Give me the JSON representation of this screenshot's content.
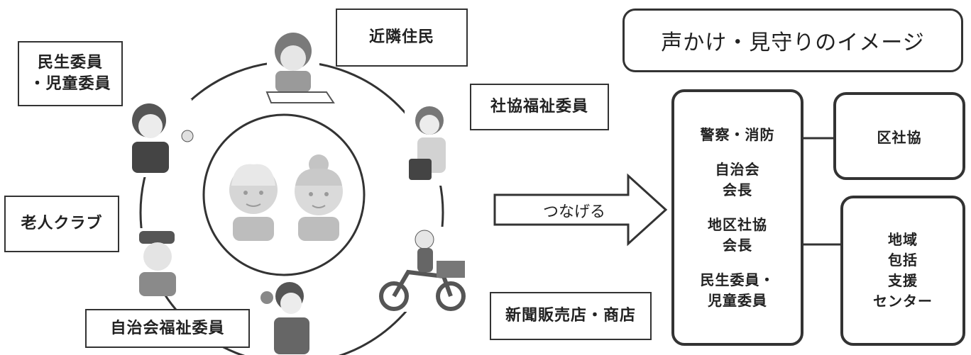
{
  "title": "声かけ・見守りのイメージ",
  "community": {
    "neighbors": "近隣住民",
    "welfare_commissioner": "民生委員\n・児童委員",
    "council_welfare": "社協福祉委員",
    "senior_club": "老人クラブ",
    "association_welfare": "自治会福祉委員",
    "newspaper_store": "新聞販売店・商店"
  },
  "arrow_label": "つなげる",
  "contacts": {
    "items": [
      "警察・消防",
      "自治会\n会長",
      "地区社協\n会長",
      "民生委員・\n児童委員"
    ]
  },
  "agencies": {
    "ward_council": "区社協",
    "support_center": "地域\n包括\n支援\nセンター"
  },
  "colors": {
    "line": "#333333",
    "figure_gray": "#8c8c8c",
    "elder_fill": "#cfcfcf"
  }
}
